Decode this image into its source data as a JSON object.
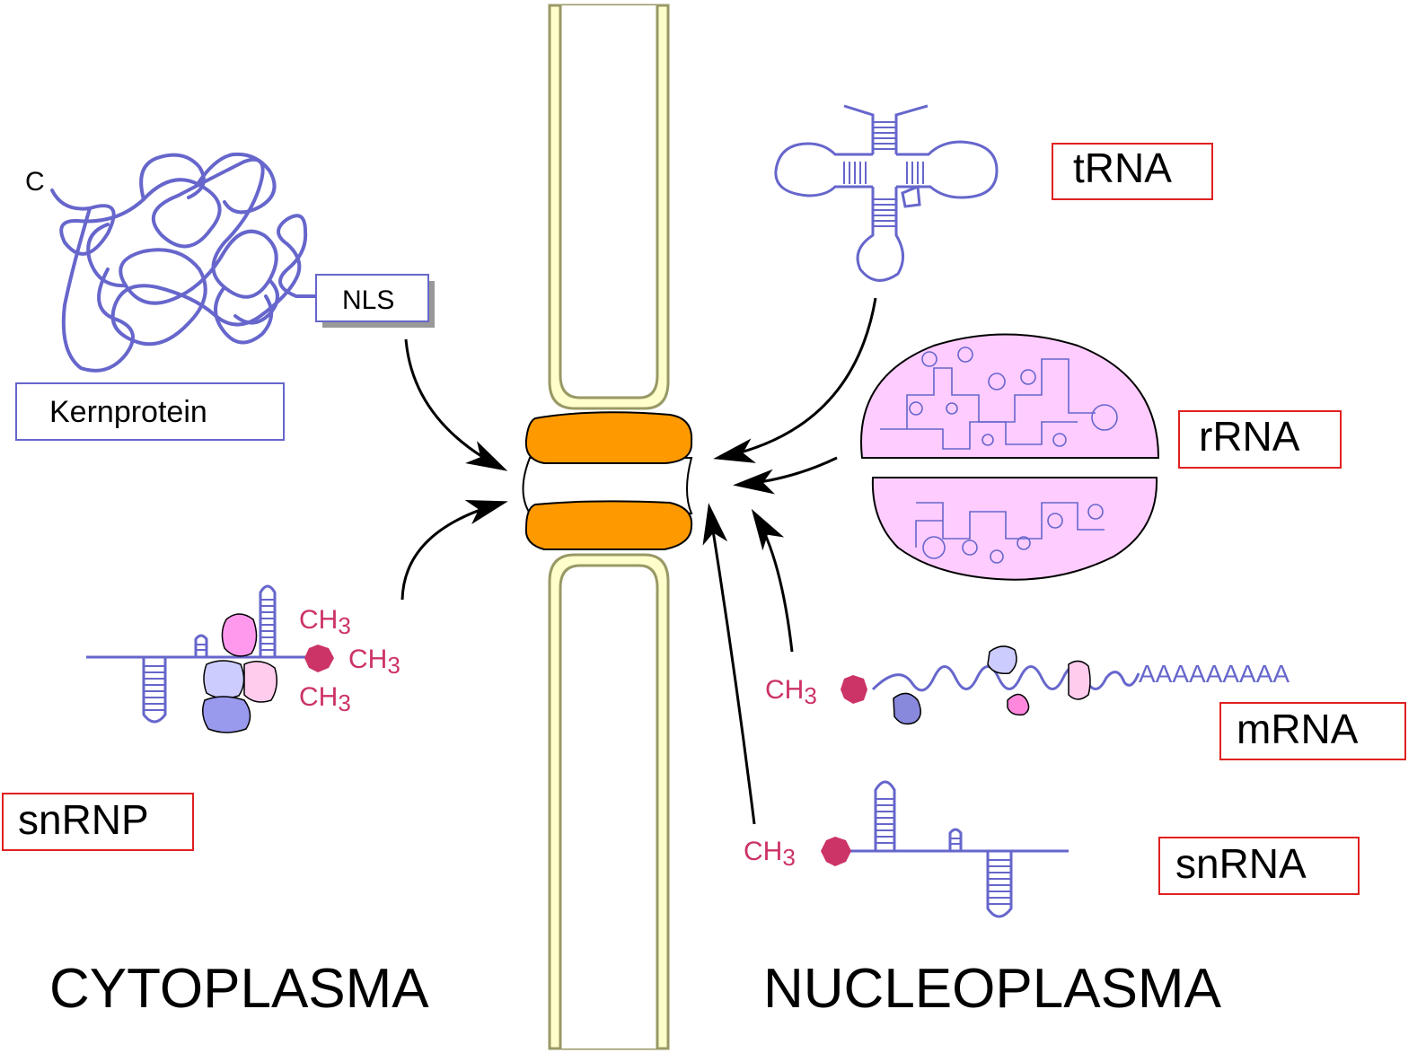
{
  "colors": {
    "strand": "#6666cc",
    "membrane_fill": "#ffffcc",
    "membrane_stroke": "#999966",
    "pore_ring": "#ff9900",
    "rrna_fill": "#ffccff",
    "methyl": "#cc3366",
    "label_box_red": "#e02020",
    "label_box_blue": "#6666cc",
    "arrow": "#000000"
  },
  "labels": {
    "c_terminus": "C",
    "nls": "NLS",
    "kernprotein": "Kernprotein",
    "trna": "tRNA",
    "rrna": "rRNA",
    "mrna": "mRNA",
    "snrna": "snRNA",
    "snrnp": "snRNP",
    "cytoplasma": "CYTOPLASMA",
    "nucleoplasma": "NUCLEOPLASMA",
    "methyl": "CH",
    "methyl_sub": "3",
    "poly_a": "AAAAAAAAA"
  },
  "icons": {
    "protein": "folded-protein-coil",
    "trna": "cloverleaf-trna",
    "rrna": "ribosome-subunits",
    "mrna": "messenger-rna-strand",
    "snrna": "small-nuclear-rna",
    "snrnp": "ribonucleoprotein-complex",
    "pore": "nuclear-pore-complex",
    "cap": "methyl-cap"
  }
}
